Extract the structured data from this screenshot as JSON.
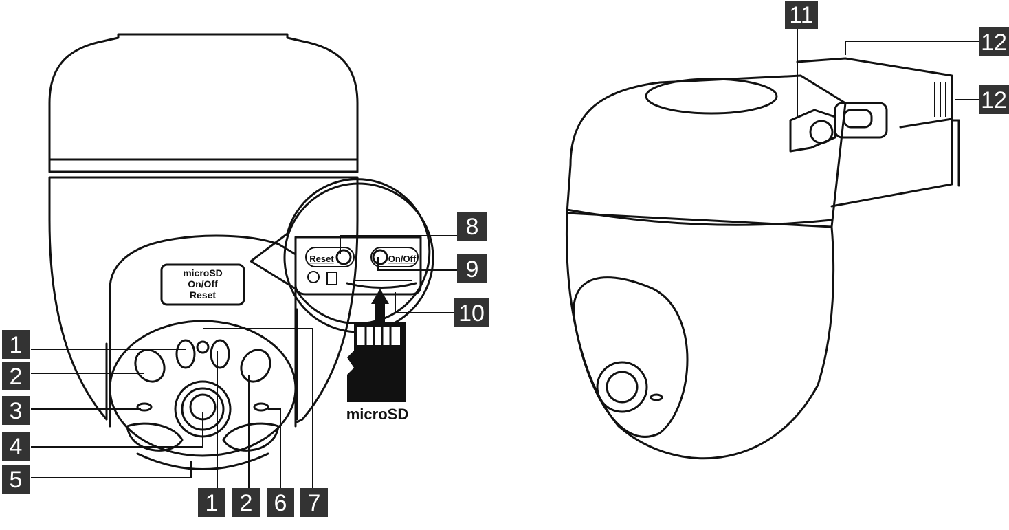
{
  "panel_label": {
    "line1": "microSD",
    "line2": "On/Off",
    "line3": "Reset"
  },
  "inset": {
    "reset_label": "Reset",
    "onoff_label": "On/Off"
  },
  "card_label": "microSD",
  "callouts": {
    "c1a": "1",
    "c2a": "2",
    "c3": "3",
    "c4": "4",
    "c5": "5",
    "c1b": "1",
    "c2b": "2",
    "c6": "6",
    "c7": "7",
    "c8": "8",
    "c9": "9",
    "c10": "10",
    "c11": "11",
    "c12a": "12",
    "c12b": "12"
  },
  "colors": {
    "ink": "#111111",
    "badge": "#333333",
    "card": "#111111"
  }
}
